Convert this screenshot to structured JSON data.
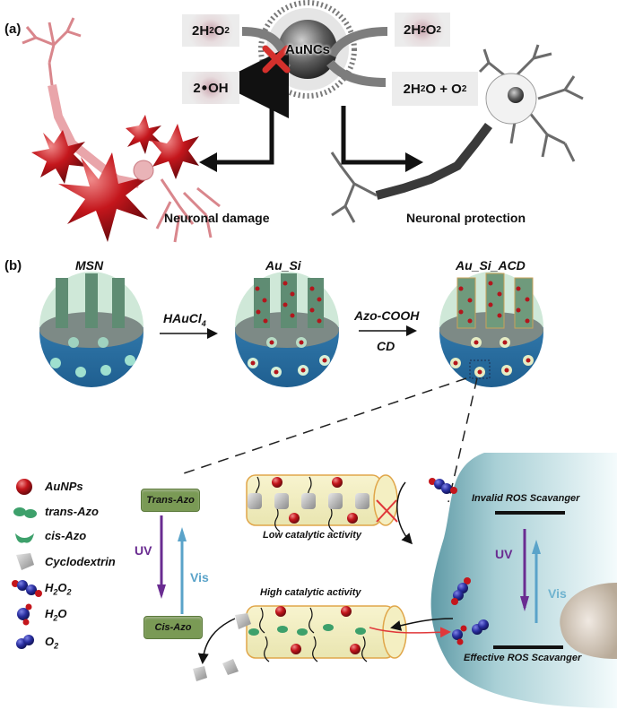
{
  "panel_a": {
    "label": "(a)",
    "center_particle": "AuNCs",
    "left_input": {
      "prefix": "2H",
      "sub1": "2",
      "mid": "O",
      "sub2": "2"
    },
    "left_output": {
      "prefix": "2",
      "radical": "•",
      "suffix": "OH"
    },
    "right_input": {
      "prefix": "2H",
      "sub1": "2",
      "mid": "O",
      "sub2": "2"
    },
    "right_output": {
      "a": "2H",
      "sub1": "2",
      "b": "O + O",
      "sub2": "2"
    },
    "left_caption": "Neuronal damage",
    "right_caption": "Neuronal protection",
    "blocked_marker": "red-x-icon",
    "colors": {
      "damage": "#c0272d",
      "x_mark": "#d4302c",
      "protection": "#555555"
    }
  },
  "panel_b": {
    "label": "(b)",
    "stages": [
      {
        "name": "MSN"
      },
      {
        "name": "Au_Si"
      },
      {
        "name": "Au_Si_ACD"
      }
    ],
    "step1": {
      "reagent": "HAuCl",
      "sub": "4"
    },
    "step2": {
      "reagent_top": "Azo-COOH",
      "reagent_bottom": "CD"
    },
    "legend": [
      {
        "icon": "aunp-sphere-icon",
        "label": "AuNPs"
      },
      {
        "icon": "trans-azo-icon",
        "label": "trans-Azo"
      },
      {
        "icon": "cis-azo-icon",
        "label": "cis-Azo"
      },
      {
        "icon": "cyclodextrin-icon",
        "label": "Cyclodextrin"
      },
      {
        "icon": "h2o2-molecule-icon",
        "label": "H",
        "sub1": "2",
        "mid": "O",
        "sub2": "2"
      },
      {
        "icon": "h2o-molecule-icon",
        "label": "H",
        "sub1": "2",
        "mid": "O"
      },
      {
        "icon": "o2-molecule-icon",
        "label": "O",
        "sub1": "2"
      }
    ],
    "switch": {
      "top": "Trans-Azo",
      "bottom": "Cis-Azo",
      "down_label": "UV",
      "up_label": "Vis"
    },
    "low_caption": "Low catalytic activity",
    "high_caption": "High catalytic activity",
    "cell": {
      "top_label": "Invalid ROS Scavanger",
      "bottom_label": "Effective ROS Scavanger",
      "down_label": "UV",
      "up_label": "Vis"
    },
    "colors": {
      "uv": "#6a2c91",
      "vis": "#5aa3c9",
      "azo_box": "#7a9a55",
      "gold": "#b3161c",
      "silica_top": "#cfe8d8",
      "silica_bottom": "#2f78a8",
      "cell": "#8fc0c8"
    }
  }
}
